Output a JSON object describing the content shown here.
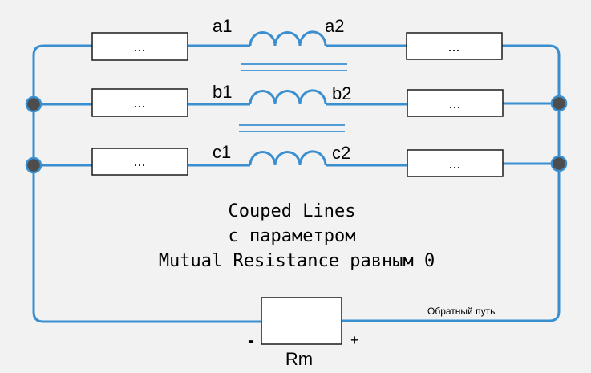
{
  "colors": {
    "wire": "#3a8fd0",
    "background": "#f2f2f2",
    "box_stroke": "#1a1a1a",
    "node": "#4d4d4d"
  },
  "lines": {
    "a": {
      "left_box": "...",
      "right_box": "...",
      "start": "a1",
      "end": "a2"
    },
    "b": {
      "left_box": "...",
      "right_box": "...",
      "start": "b1",
      "end": "b2"
    },
    "c": {
      "left_box": "...",
      "right_box": "...",
      "start": "c1",
      "end": "c2"
    }
  },
  "caption": {
    "line1": "Couped Lines",
    "line2": "с параметром",
    "line3": "Mutual Resistance равным 0"
  },
  "return_path_label": "Обратный путь",
  "resistor": {
    "label": "Rm",
    "minus": "-",
    "plus": "+"
  }
}
